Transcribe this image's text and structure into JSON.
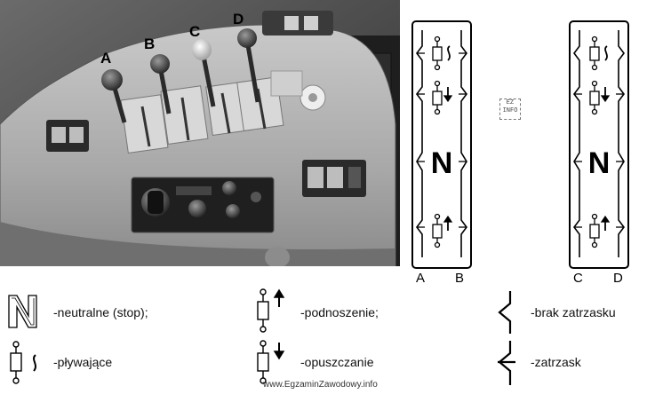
{
  "photo_labels": [
    "A",
    "B",
    "C",
    "D"
  ],
  "panels": [
    {
      "bottom_labels": [
        "A",
        "B"
      ],
      "center_letter": "N"
    },
    {
      "bottom_labels": [
        "C",
        "D"
      ],
      "center_letter": "N"
    }
  ],
  "legend": {
    "neutral": "-neutralne (stop);",
    "floating": "-pływające",
    "raise": "-podnoszenie;",
    "lower": "-opuszczanie",
    "no_latch": "-brak zatrzasku",
    "latch": "-zatrzask"
  },
  "logo_text": "EZ INFO",
  "watermark": "www.EgzaminZawodowy.info"
}
